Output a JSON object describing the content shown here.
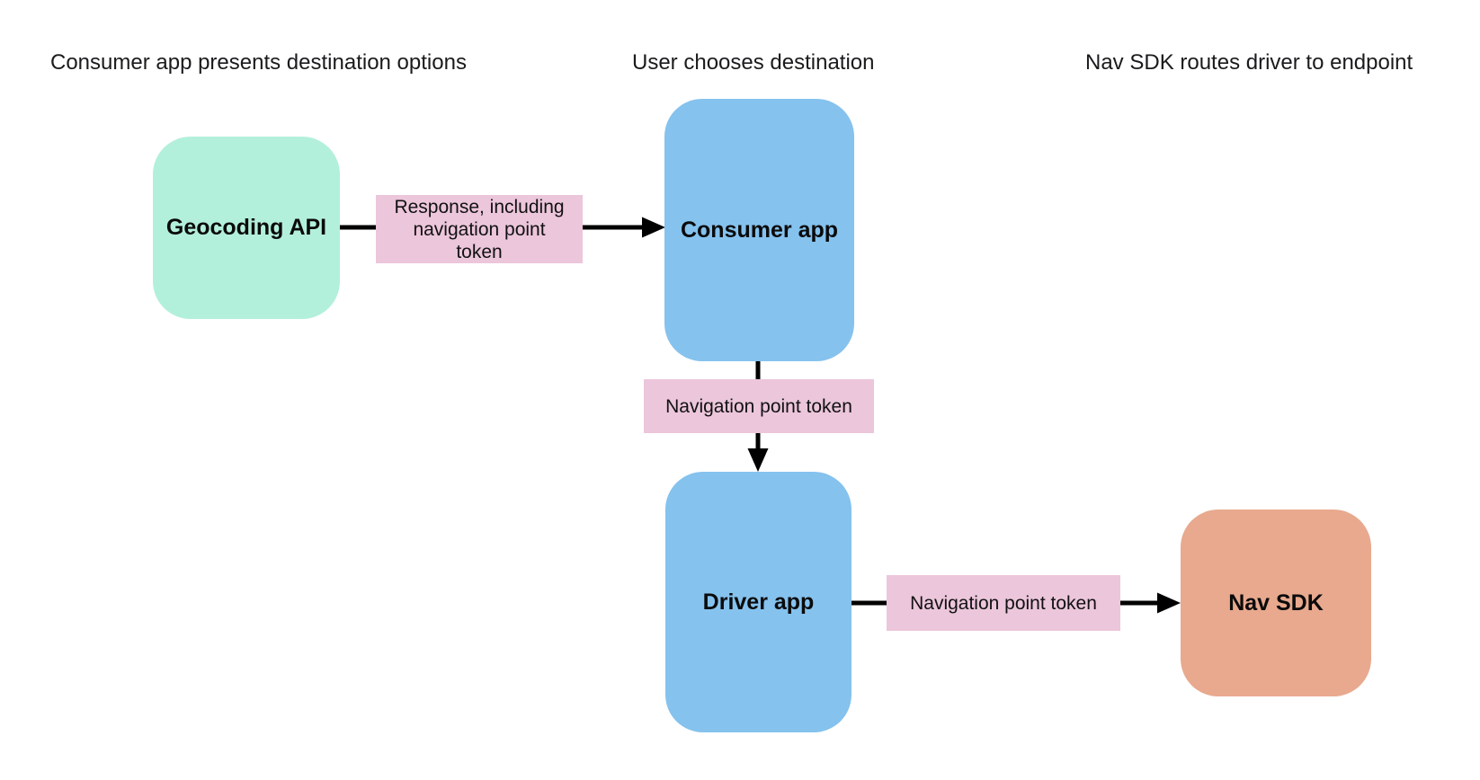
{
  "diagram": {
    "headers": [
      {
        "id": "step-1",
        "text": "Consumer app presents destination options"
      },
      {
        "id": "step-2",
        "text": "User chooses destination"
      },
      {
        "id": "step-3",
        "text": "Nav SDK routes driver to endpoint"
      }
    ],
    "nodes": [
      {
        "id": "geocoding-api",
        "label": "Geocoding API",
        "color": "#b3f0db"
      },
      {
        "id": "consumer-app",
        "label": "Consumer app",
        "color": "#85c2ee"
      },
      {
        "id": "driver-app",
        "label": "Driver app",
        "color": "#85c2ee"
      },
      {
        "id": "nav-sdk",
        "label": "Nav SDK",
        "color": "#e8a98e"
      }
    ],
    "edge_labels": [
      {
        "id": "geocoding-to-consumer",
        "text": "Response, including\nnavigation point\ntoken",
        "color": "#ecc6db"
      },
      {
        "id": "consumer-to-driver",
        "text": "Navigation point token",
        "color": "#ecc6db"
      },
      {
        "id": "driver-to-navsdk",
        "text": "Navigation point token",
        "color": "#ecc6db"
      }
    ],
    "colors": {
      "background": "#ffffff",
      "arrow": "#000000",
      "node_green": "#b3f0db",
      "node_blue": "#85c2ee",
      "node_orange": "#e8a98e",
      "label_pink": "#ecc6db",
      "text": "#1b1b1d"
    }
  }
}
